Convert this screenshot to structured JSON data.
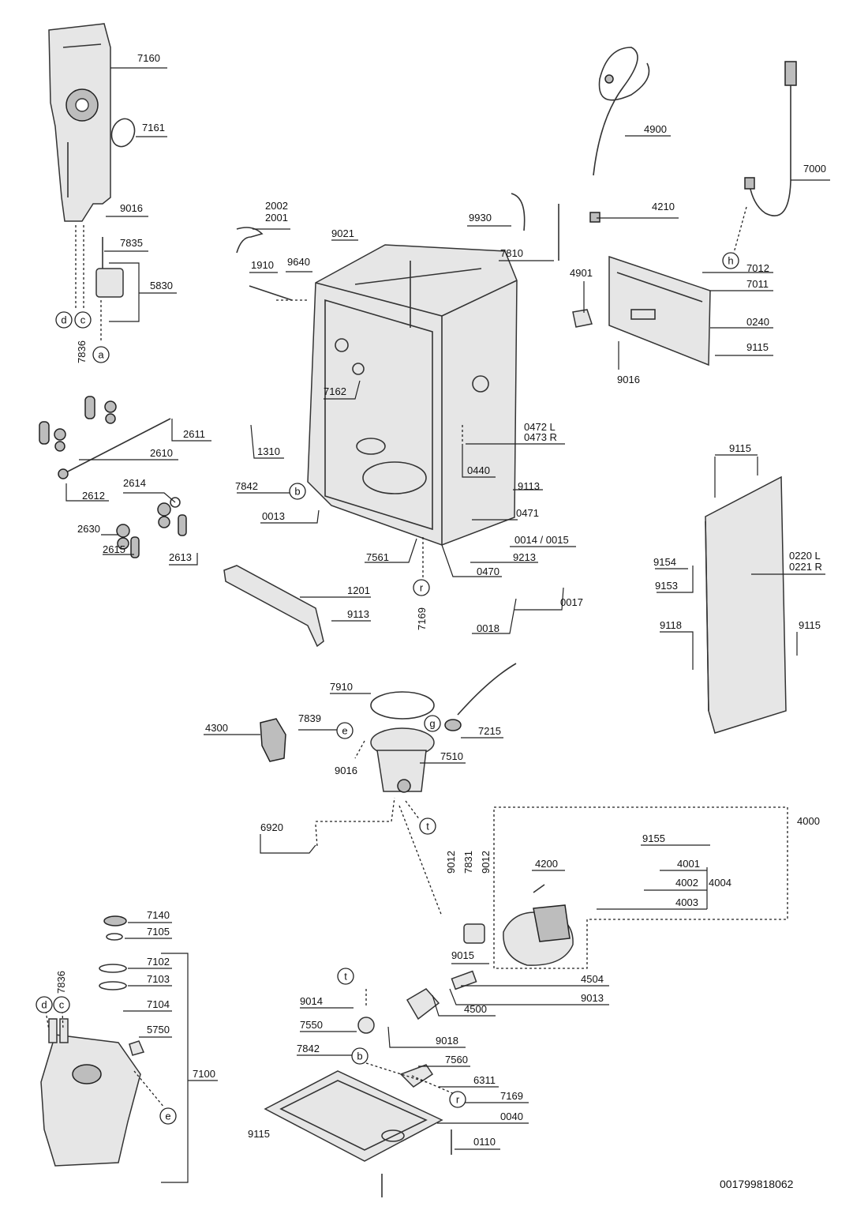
{
  "document_id": "001799818062",
  "labels": {
    "p7160": "7160",
    "p7161": "7161",
    "p9016a": "9016",
    "p7835": "7835",
    "p5830": "5830",
    "p7836a": "7836",
    "p2002": "2002",
    "p2001": "2001",
    "p9021": "9021",
    "p1910": "1910",
    "p9640": "9640",
    "p7162": "7162",
    "p1310": "1310",
    "p7842a": "7842",
    "p0013": "0013",
    "p2611": "2611",
    "p2610": "2610",
    "p2612": "2612",
    "p2614": "2614",
    "p2630": "2630",
    "p2615": "2615",
    "p2613": "2613",
    "p1201": "1201",
    "p9113a": "9113",
    "p7561": "7561",
    "p7169a": "7169",
    "p4900": "4900",
    "p7000": "7000",
    "p9930": "9930",
    "p4210": "4210",
    "p7810": "7810",
    "p4901": "4901",
    "p7012": "7012",
    "p7011": "7011",
    "p0240": "0240",
    "p9115a": "9115",
    "p9016b": "9016",
    "p0472": "0472 L",
    "p0473": "0473 R",
    "p0440": "0440",
    "p9113b": "9113",
    "p0471": "0471",
    "p0014": "0014 / 0015",
    "p9213": "9213",
    "p0470": "0470",
    "p0017": "0017",
    "p0018": "0018",
    "p9115b": "9115",
    "p0220": "0220 L",
    "p0221": "0221 R",
    "p9154": "9154",
    "p9153": "9153",
    "p9118": "9118",
    "p9115c": "9115",
    "p7910": "7910",
    "p4300": "4300",
    "p7839": "7839",
    "p7215": "7215",
    "p9016c": "9016",
    "p7510": "7510",
    "p6920": "6920",
    "p4000": "4000",
    "p9155": "9155",
    "p4001": "4001",
    "p4002": "4002",
    "p4003": "4003",
    "p4004": "4004",
    "p4200": "4200",
    "p9012a": "9012",
    "p7831": "7831",
    "p9012b": "9012",
    "p9015": "9015",
    "p4504": "4504",
    "p9013": "9013",
    "p4500": "4500",
    "p9014": "9014",
    "p7550": "7550",
    "p9018": "9018",
    "p7140": "7140",
    "p7105": "7105",
    "p7102": "7102",
    "p7103": "7103",
    "p7104": "7104",
    "p5750": "5750",
    "p7100": "7100",
    "p7836b": "7836",
    "p7842b": "7842",
    "p7560": "7560",
    "p6311": "6311",
    "p7169b": "7169",
    "p0040": "0040",
    "p9115d": "9115",
    "p0110": "0110"
  },
  "callouts": {
    "a": "a",
    "b": "b",
    "c": "c",
    "d": "d",
    "e": "e",
    "g": "g",
    "h": "h",
    "r": "r",
    "t": "t"
  }
}
